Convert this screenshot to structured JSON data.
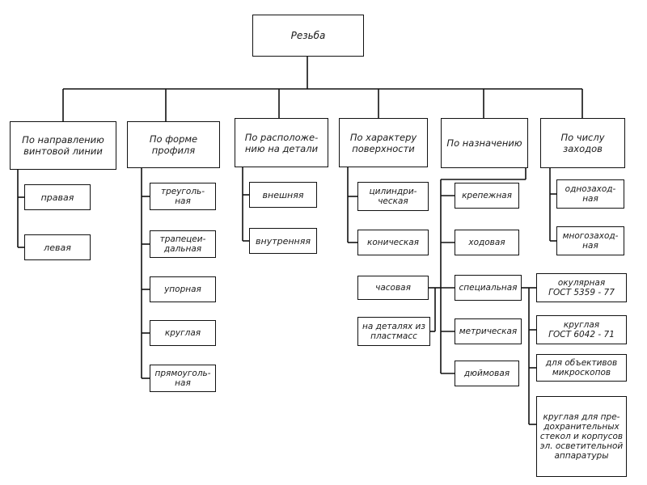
{
  "root": "Резьба",
  "categories": [
    {
      "title": "По направлению\nвинтовой линии",
      "items": [
        "правая",
        "левая"
      ]
    },
    {
      "title": "По форме\nпрофиля",
      "items": [
        "треуголь-\nная",
        "трапецеи-\nдальная",
        "упорная",
        "круглая",
        "прямоуголь-\nная"
      ]
    },
    {
      "title": "По расположе-\nнию на детали",
      "items": [
        "внешняя",
        "внутренняя"
      ]
    },
    {
      "title": "По характеру\nповерхности",
      "items": [
        "цилиндри-\nческая",
        "коническая"
      ]
    },
    {
      "title": "По назначению",
      "items": [
        "крепежная",
        "ходовая",
        "специальная",
        "метрическая",
        "дюймовая"
      ],
      "left_items": [
        "часовая",
        "на деталях из\nпластмасс"
      ],
      "special_items": [
        "окулярная\nГОСТ 5359 - 77",
        "круглая\nГОСТ 6042 - 71",
        "для объективов\nмикроскопов",
        "круглая для пре-\nдохранительных\nстекол и корпусов\nэл. осветительной\nаппаратуры"
      ]
    },
    {
      "title": "По числу\nзаходов",
      "items": [
        "однозаход-\nная",
        "многозаход-\nная"
      ]
    }
  ]
}
